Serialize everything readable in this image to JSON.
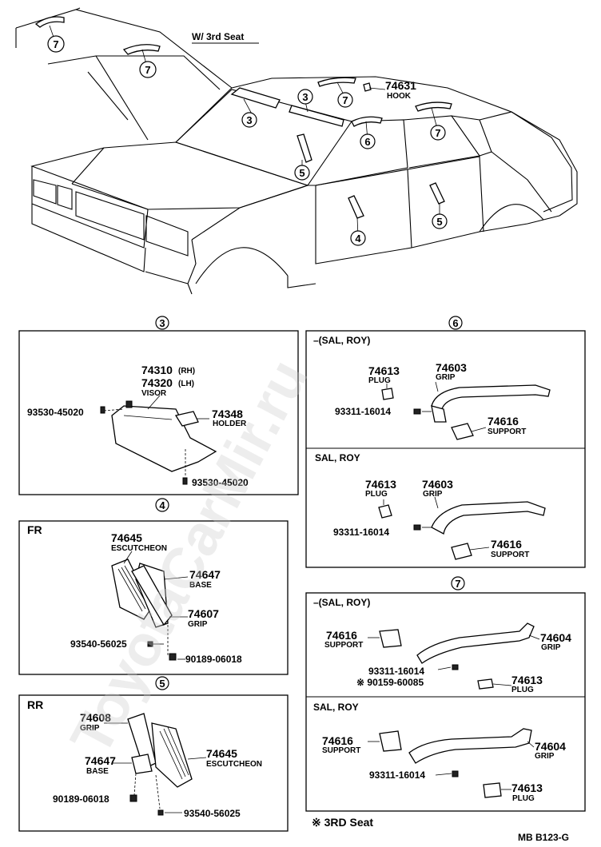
{
  "header": {
    "w3rd": "W/ 3rd Seat",
    "hook_pn": "74631",
    "hook_nm": "HOOK"
  },
  "car_callouts": [
    "7",
    "7",
    "7",
    "3",
    "3",
    "6",
    "7",
    "5",
    "5",
    "4"
  ],
  "sections": {
    "s3": {
      "num": "3",
      "visor_pn1": "74310",
      "visor_rh": "(RH)",
      "visor_pn2": "74320",
      "visor_lh": "(LH)",
      "visor_nm": "VISOR",
      "screw_top": "93530-45020",
      "holder_pn": "74348",
      "holder_nm": "HOLDER",
      "screw_bottom": "93530-45020"
    },
    "s4": {
      "num": "4",
      "label": "FR",
      "esc_pn": "74645",
      "esc_nm": "ESCUTCHEON",
      "base_pn": "74647",
      "base_nm": "BASE",
      "grip_pn": "74607",
      "grip_nm": "GRIP",
      "screw": "93540-56025",
      "nut": "90189-06018"
    },
    "s5": {
      "num": "5",
      "label": "RR",
      "grip_pn": "74608",
      "grip_nm": "GRIP",
      "base_pn": "74647",
      "base_nm": "BASE",
      "esc_pn": "74645",
      "esc_nm": "ESCUTCHEON",
      "nut": "90189-06018",
      "screw": "93540-56025"
    },
    "s6": {
      "num": "6",
      "a_label": "–(SAL, ROY)",
      "a_plug_pn": "74613",
      "a_plug_nm": "PLUG",
      "a_grip_pn": "74603",
      "a_grip_nm": "GRIP",
      "a_screw": "93311-16014",
      "a_sup_pn": "74616",
      "a_sup_nm": "SUPPORT",
      "b_label": "SAL, ROY",
      "b_plug_pn": "74613",
      "b_plug_nm": "PLUG",
      "b_grip_pn": "74603",
      "b_grip_nm": "GRIP",
      "b_screw": "93311-16014",
      "b_sup_pn": "74616",
      "b_sup_nm": "SUPPORT"
    },
    "s7": {
      "num": "7",
      "a_label": "–(SAL, ROY)",
      "a_sup_pn": "74616",
      "a_sup_nm": "SUPPORT",
      "a_grip_pn": "74604",
      "a_grip_nm": "GRIP",
      "a_screw": "93311-16014",
      "a_screw2": "※ 90159-60085",
      "a_plug_pn": "74613",
      "a_plug_nm": "PLUG",
      "b_label": "SAL, ROY",
      "b_sup_pn": "74616",
      "b_sup_nm": "SUPPORT",
      "b_grip_pn": "74604",
      "b_grip_nm": "GRIP",
      "b_screw": "93311-16014",
      "b_plug_pn": "74613",
      "b_plug_nm": "PLUG"
    }
  },
  "footer": {
    "note": "※ 3RD Seat",
    "code": "MB   B123-G"
  },
  "watermark": "ToyotaCarMir.ru"
}
